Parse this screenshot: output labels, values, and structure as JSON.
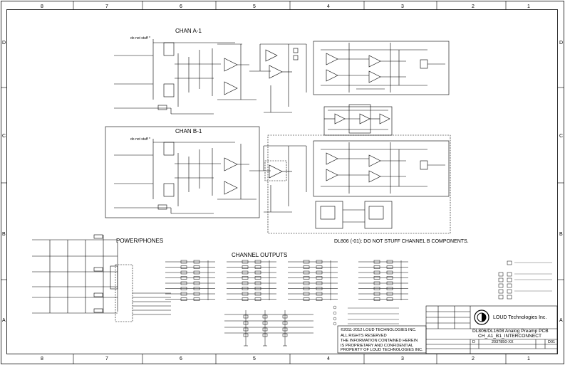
{
  "zones": {
    "columns": [
      "8",
      "7",
      "6",
      "5",
      "4",
      "3",
      "2",
      "1"
    ],
    "rows": [
      "D",
      "C",
      "B",
      "A"
    ]
  },
  "sections": {
    "chan_a": "CHAN A-1",
    "chan_b": "CHAN B-1",
    "power": "POWER/PHONES",
    "outputs": "CHANNEL OUTPUTS"
  },
  "notes": {
    "dns_a": "do not stuff *",
    "dns_b": "do not stuff *",
    "dl806": "DL806 (-01): DO NOT STUFF CHANNEL B COMPONENTS."
  },
  "title_block": {
    "copyright": "©2011-2012 LOUD TECHNOLOGIES INC.",
    "rights": "ALL RIGHTS RESERVED",
    "proprietary1": "THE INFORMATION CONTAINED HEREIN",
    "proprietary2": "IS PROPRIETARY AND CONFIDENTIAL",
    "proprietary3": "PROPERTY OF LOUD TECHNOLOGIES INC.",
    "company": "LOUD Technologies Inc.",
    "title1": "DL806/DL1608 Analog Preamp PCB",
    "title2": "CH_A1_B1_INTERCONNECT",
    "part_no": "2037850-XX",
    "size": "D",
    "rev": "D01"
  },
  "colors": {
    "line": "#000000",
    "paper": "#ffffff"
  }
}
